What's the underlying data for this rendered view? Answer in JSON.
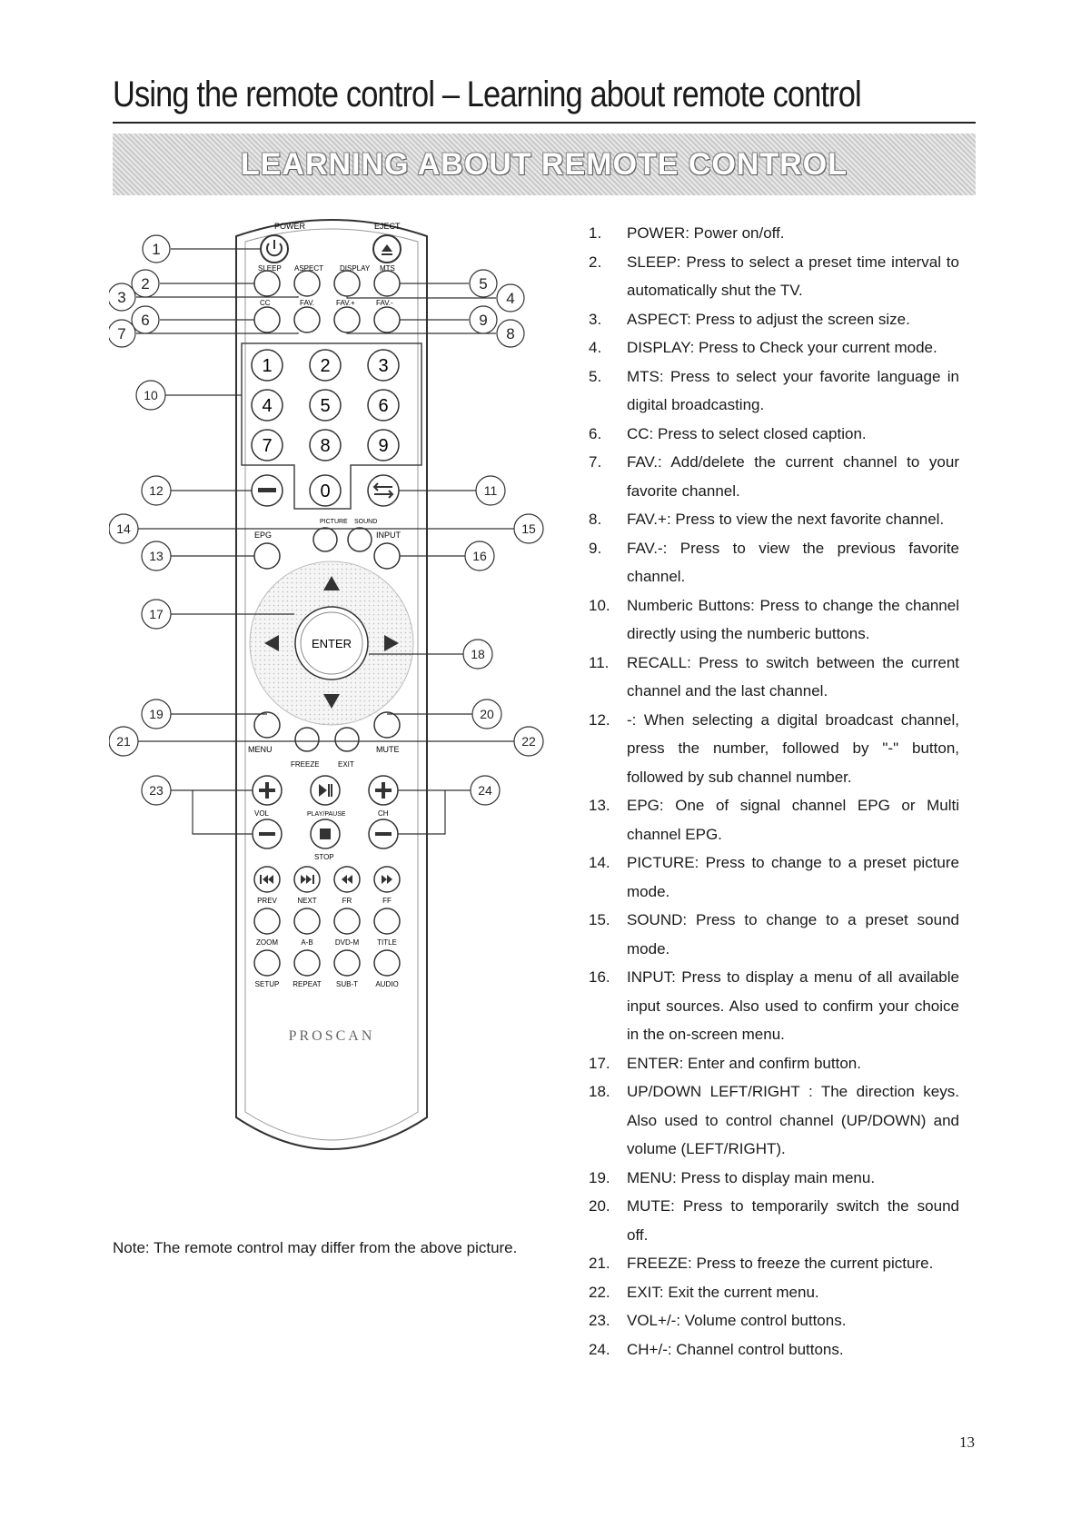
{
  "header": {
    "title": "Using the remote control – Learning about remote control",
    "banner": "LEARNING ABOUT REMOTE CONTROL"
  },
  "remote": {
    "brand": "PROSCAN",
    "labels": {
      "power": "POWER",
      "eject": "EJECT",
      "sleep": "SLEEP",
      "aspect": "ASPECT",
      "display": "DISPLAY",
      "mts": "MTS",
      "cc": "CC",
      "fav": "FAV.",
      "fav_plus": "FAV.+",
      "fav_minus": "FAV.-",
      "picture": "PICTURE",
      "sound": "SOUND",
      "epg": "EPG",
      "input": "INPUT",
      "enter": "ENTER",
      "menu": "MENU",
      "mute": "MUTE",
      "freeze": "FREEZE",
      "exit": "EXIT",
      "vol": "VOL",
      "play_pause": "PLAY/PAUSE",
      "ch": "CH",
      "stop": "STOP",
      "prev": "PREV",
      "next": "NEXT",
      "fr": "FR",
      "ff": "FF",
      "zoom": "ZOOM",
      "a_b": "A-B",
      "dvd_m": "DVD-M",
      "title": "TITLE",
      "setup": "SETUP",
      "repeat": "REPEAT",
      "sub_t": "SUB-T",
      "audio": "AUDIO"
    },
    "digits": [
      "1",
      "2",
      "3",
      "4",
      "5",
      "6",
      "7",
      "8",
      "9",
      "0"
    ],
    "callouts": [
      "1",
      "2",
      "3",
      "4",
      "5",
      "6",
      "7",
      "8",
      "9",
      "10",
      "11",
      "12",
      "13",
      "14",
      "15",
      "16",
      "17",
      "18",
      "19",
      "20",
      "21",
      "22",
      "23",
      "24"
    ]
  },
  "note": "Note: The remote control may differ from the above picture.",
  "items": [
    {
      "num": "1.",
      "text": "POWER: Power on/off."
    },
    {
      "num": "2.",
      "text": "SLEEP: Press to select a preset time interval to automatically shut the TV."
    },
    {
      "num": "3.",
      "text": "ASPECT: Press to adjust the screen size."
    },
    {
      "num": "4.",
      "text": "DISPLAY: Press to Check your current mode."
    },
    {
      "num": "5.",
      "text": "MTS: Press to select your favorite language in digital broadcasting."
    },
    {
      "num": "6.",
      "text": "CC: Press to select closed caption."
    },
    {
      "num": "7.",
      "text": "FAV.: Add/delete the current channel to your favorite channel."
    },
    {
      "num": "8.",
      "text": "FAV.+: Press to view the next favorite channel."
    },
    {
      "num": "9.",
      "text": "FAV.-: Press to view the previous favorite channel."
    },
    {
      "num": "10.",
      "text": "Numberic Buttons: Press to change the channel directly using the numberic buttons."
    },
    {
      "num": "11.",
      "text": "RECALL: Press to switch between the current channel and the last channel."
    },
    {
      "num": "12.",
      "text": "-: When selecting a digital broadcast channel, press the number, followed by \"-\" button, followed by sub channel number."
    },
    {
      "num": "13.",
      "text": "EPG: One of signal channel EPG or Multi channel EPG."
    },
    {
      "num": "14.",
      "text": "PICTURE: Press to change to a preset picture mode."
    },
    {
      "num": "15.",
      "text": "SOUND: Press to change to a preset sound mode."
    },
    {
      "num": "16.",
      "text": "INPUT: Press to display a menu of all available input sources. Also used to confirm your choice in the on-screen menu."
    },
    {
      "num": "17.",
      "text": "ENTER: Enter and confirm button."
    },
    {
      "num": "18.",
      "text": "UP/DOWN LEFT/RIGHT : The direction keys. Also used to control channel (UP/DOWN) and volume (LEFT/RIGHT)."
    },
    {
      "num": "19.",
      "text": "MENU: Press to display main menu."
    },
    {
      "num": "20.",
      "text": "MUTE: Press to temporarily switch the sound off."
    },
    {
      "num": "21.",
      "text": "FREEZE: Press to freeze the current picture."
    },
    {
      "num": "22.",
      "text": "EXIT: Exit the current menu."
    },
    {
      "num": "23.",
      "text": "VOL+/-: Volume control buttons."
    },
    {
      "num": "24.",
      "text": "CH+/-: Channel control buttons."
    }
  ],
  "page_number": "13"
}
